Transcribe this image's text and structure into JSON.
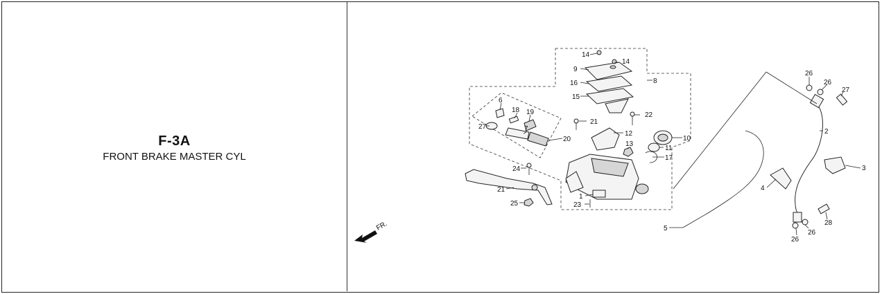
{
  "section": {
    "code": "F-3A",
    "name": "FRONT BRAKE MASTER CYL"
  },
  "diagram": {
    "direction_label": "FR.",
    "callouts": [
      "14",
      "14",
      "9",
      "16",
      "15",
      "8",
      "6",
      "18",
      "19",
      "27",
      "7",
      "20",
      "21",
      "22",
      "12",
      "13",
      "10",
      "11",
      "17",
      "24",
      "21",
      "1",
      "23",
      "25",
      "26",
      "26",
      "27",
      "2",
      "3",
      "4",
      "5",
      "28",
      "26",
      "26"
    ]
  }
}
